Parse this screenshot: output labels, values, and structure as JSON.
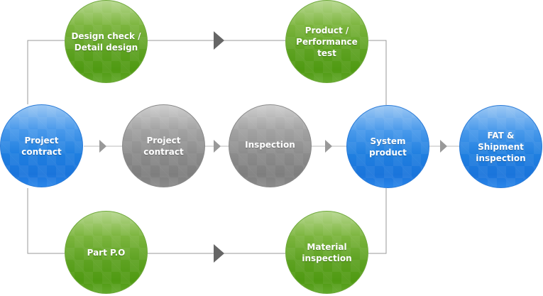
{
  "diagram": {
    "type": "process-flow",
    "colors": {
      "primary_node": "#1f7fe0",
      "branch_node": "#5ea222",
      "internal_node": "#8c8c8c",
      "connector_line": "#999999",
      "branch_arrow": "#666666",
      "main_arrow": "#999999"
    },
    "nodes": [
      {
        "id": "start",
        "label": "Project contract",
        "style": "blue"
      },
      {
        "id": "design",
        "label": "Design check /\nDetail design",
        "style": "green"
      },
      {
        "id": "product_test",
        "label": "Product /\nPerformance test",
        "style": "green"
      },
      {
        "id": "contract2",
        "label": "Project contract",
        "style": "gray"
      },
      {
        "id": "inspection",
        "label": "Inspection",
        "style": "gray"
      },
      {
        "id": "system",
        "label": "System product",
        "style": "blue"
      },
      {
        "id": "fat",
        "label": "FAT & Shipment\ninspection",
        "style": "blue"
      },
      {
        "id": "part_po",
        "label": "Part P.O",
        "style": "green"
      },
      {
        "id": "material",
        "label": "Material\ninspection",
        "style": "green"
      }
    ],
    "edges": [
      {
        "from": "start",
        "to": "design"
      },
      {
        "from": "design",
        "to": "product_test",
        "arrow": true
      },
      {
        "from": "product_test",
        "to": "system"
      },
      {
        "from": "start",
        "to": "contract2",
        "arrow": true
      },
      {
        "from": "contract2",
        "to": "inspection",
        "arrow": true
      },
      {
        "from": "inspection",
        "to": "system",
        "arrow": true
      },
      {
        "from": "system",
        "to": "fat",
        "arrow": true
      },
      {
        "from": "start",
        "to": "part_po"
      },
      {
        "from": "part_po",
        "to": "material",
        "arrow": true
      },
      {
        "from": "material",
        "to": "system"
      }
    ]
  }
}
